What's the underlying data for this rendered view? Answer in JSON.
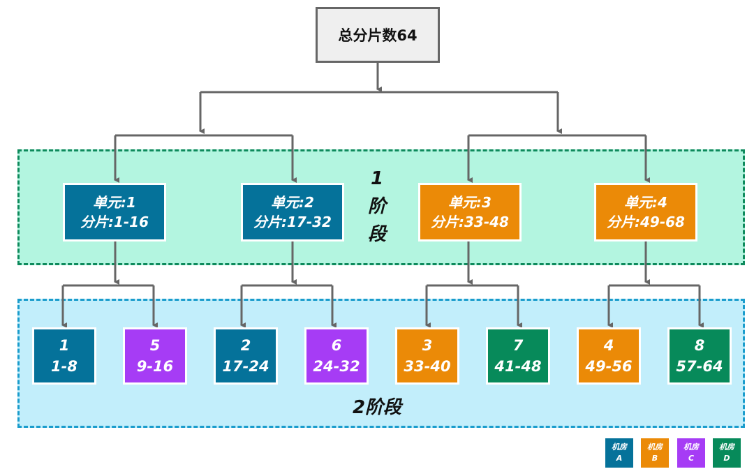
{
  "colors": {
    "A": "#05729a",
    "B": "#eb8a07",
    "C": "#a63cf5",
    "D": "#078a5a",
    "connector": "#666666",
    "stage1_fill": "#b3f5e0",
    "stage2_fill": "#c2eefb"
  },
  "root": {
    "label": "总分片数64"
  },
  "stage1": {
    "label_chars": [
      "1",
      "阶",
      "段"
    ],
    "units": [
      {
        "line1": "单元:1",
        "line2": "分片:1-16",
        "room": "A"
      },
      {
        "line1": "单元:2",
        "line2": "分片:17-32",
        "room": "A"
      },
      {
        "line1": "单元:3",
        "line2": "分片:33-48",
        "room": "B"
      },
      {
        "line1": "单元:4",
        "line2": "分片:49-68",
        "room": "B"
      }
    ]
  },
  "stage2": {
    "label": "2阶段",
    "shards": [
      {
        "id": "1",
        "range": "1-8",
        "room": "A"
      },
      {
        "id": "5",
        "range": "9-16",
        "room": "C"
      },
      {
        "id": "2",
        "range": "17-24",
        "room": "A"
      },
      {
        "id": "6",
        "range": "24-32",
        "room": "C"
      },
      {
        "id": "3",
        "range": "33-40",
        "room": "B"
      },
      {
        "id": "7",
        "range": "41-48",
        "room": "D"
      },
      {
        "id": "4",
        "range": "49-56",
        "room": "B"
      },
      {
        "id": "8",
        "range": "57-64",
        "room": "D"
      }
    ]
  },
  "legend": [
    {
      "line1": "机房",
      "line2": "A",
      "room": "A"
    },
    {
      "line1": "机房",
      "line2": "B",
      "room": "B"
    },
    {
      "line1": "机房",
      "line2": "C",
      "room": "C"
    },
    {
      "line1": "机房",
      "line2": "D",
      "room": "D"
    }
  ]
}
